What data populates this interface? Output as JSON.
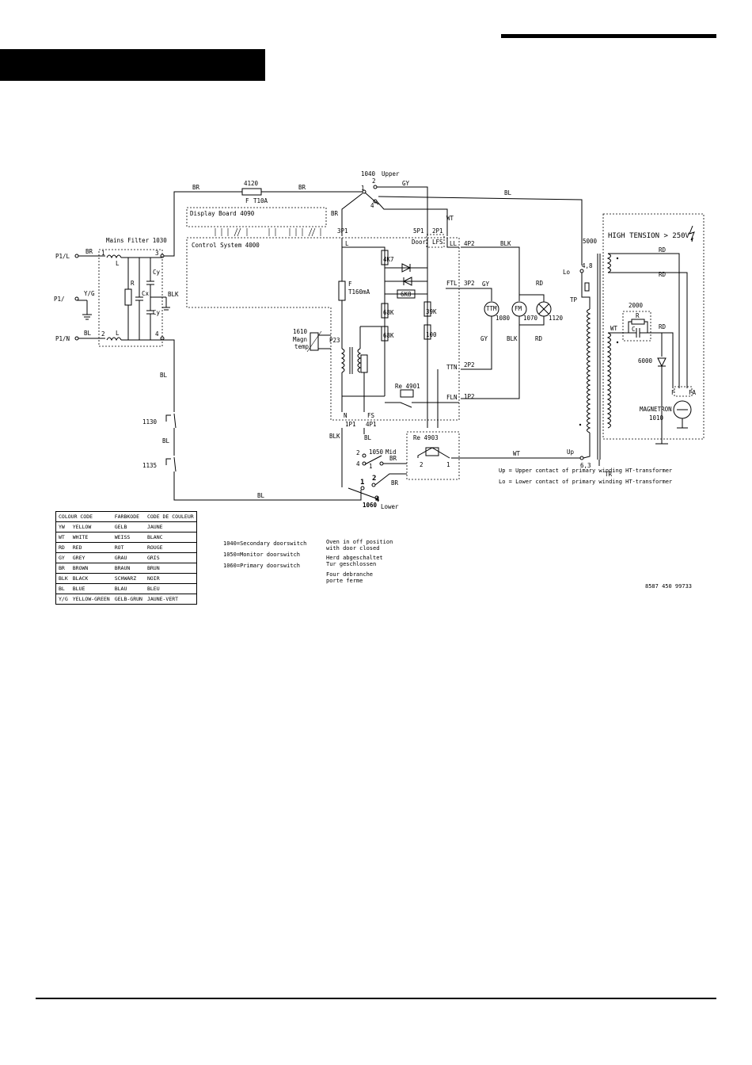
{
  "header": {
    "title_bar": "",
    "rule": ""
  },
  "labels": {
    "p1l": "P1/L",
    "p1e": "P1/",
    "p1n": "P1/N",
    "br": "BR",
    "bl": "BL",
    "yg": "Y/G",
    "blk": "BLK",
    "gy": "GY",
    "wt": "WT",
    "rd": "RD",
    "mains_filter": "Mains Filter 1030",
    "display_board": "Display Board 4090",
    "control_system": "Control System 4000",
    "fuse_4120": "4120",
    "fuse_f": "F",
    "fuse_t10a": "T10A",
    "sw1040": "1040",
    "upper": "Upper",
    "f_t160": "F",
    "t160ma": "T160mA",
    "p3p1": "3P1",
    "p5p1": "5P1",
    "p2p1": "2P1",
    "door": "Door",
    "lfs": "LFS",
    "ll": "LL",
    "p4p2": "4P2",
    "p3p2": "3P2",
    "ftl": "FTL",
    "ttn": "TTN",
    "p2p2": "2P2",
    "fln": "FLN",
    "p1p2": "1P2",
    "sensor_1610": "1610",
    "magn": "Magn",
    "temp": "temp",
    "p23": "P23",
    "n": "N",
    "fs": "FS",
    "p1p1": "1P1",
    "p4p1": "4P1",
    "re4901": "Re 4901",
    "re4903": "Re 4903",
    "sw1050": "1050",
    "mid": "Mid",
    "sw1060": "1060",
    "lower": "Lower",
    "sw1130": "1130",
    "sw1135": "1135",
    "m1080": "1080",
    "m1070": "1070",
    "lamp1120": "1120",
    "ttm": "TTM",
    "fm": "FM",
    "r6k8": "6K8",
    "r68k": "68K",
    "r4k7": "4K7",
    "r39k": "39K",
    "r100": "100",
    "ht_transformer": "5000",
    "lo": "Lo",
    "up": "Up",
    "tp": "TP",
    "tr": "TR",
    "n48": "4,8",
    "n63": "6,3",
    "high_tension": "HIGH TENSION > 250V",
    "cap_2000": "2000",
    "res_r": "R",
    "cap_c": "C",
    "diode_6000": "6000",
    "fa": "FA",
    "f_mag": "F",
    "magnetron": "MAGNETRON",
    "mag_1010": "1010",
    "filter_l": "L",
    "filter_r": "R",
    "filter_cx": "Cx",
    "filter_cy": "Cy",
    "term1": "1",
    "term2": "2",
    "term3": "3",
    "term4": "4"
  },
  "notes": {
    "up_note": "Up = Upper contact of primary winding HT-transformer",
    "lo_note": "Lo = Lower contact of primary winding HT-transformer",
    "switch_1040": "1040=Secondary doorswitch",
    "switch_1050": "1050=Monitor doorswitch",
    "switch_1060": "1060=Primary doorswitch",
    "state_en": "Oven in off position\nwith door closed",
    "state_de": "Herd abgeschaltet\nTur geschlossen",
    "state_fr": "Four debranche\nporte ferme",
    "part_number": "8587 450 99733"
  },
  "colour_code": {
    "header": [
      "COLOUR CODE",
      "FARBKODE",
      "CODE DE COULEUR"
    ],
    "rows": [
      [
        "YW",
        "YELLOW",
        "GELB",
        "JAUNE"
      ],
      [
        "WT",
        "WHITE",
        "WEISS",
        "BLANC"
      ],
      [
        "RD",
        "RED",
        "ROT",
        "ROUGE"
      ],
      [
        "GY",
        "GREY",
        "GRAU",
        "GRIS"
      ],
      [
        "BR",
        "BROWN",
        "BRAUN",
        "BRUN"
      ],
      [
        "BLK",
        "BLACK",
        "SCHWARZ",
        "NOIR"
      ],
      [
        "BL",
        "BLUE",
        "BLAU",
        "BLEU"
      ],
      [
        "Y/G",
        "YELLOW-GREEN",
        "GELB-GRUN",
        "JAUNE-VERT"
      ]
    ]
  }
}
